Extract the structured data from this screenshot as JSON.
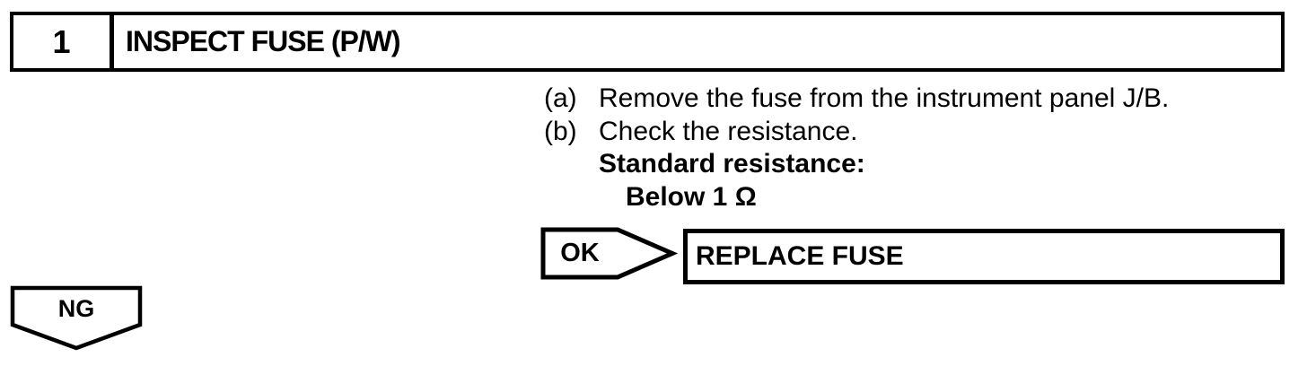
{
  "page": {
    "background": "#ffffff",
    "ink": "#000000",
    "kind": "service-manual troubleshooting step"
  },
  "header": {
    "step_number": "1",
    "title": "INSPECT FUSE (P/W)"
  },
  "instructions": {
    "items": [
      {
        "label": "(a)",
        "text": "Remove the fuse from the instrument panel J/B."
      },
      {
        "label": "(b)",
        "text": "Check the resistance."
      }
    ],
    "standard_label": "Standard resistance:",
    "standard_value": "Below 1 Ω"
  },
  "flow": {
    "ok": {
      "label": "OK",
      "action": "REPLACE FUSE",
      "connector_shape": "right-pointing-pentagon-arrow"
    },
    "ng": {
      "label": "NG",
      "connector_shape": "down-pointing-pentagon-arrow"
    }
  }
}
